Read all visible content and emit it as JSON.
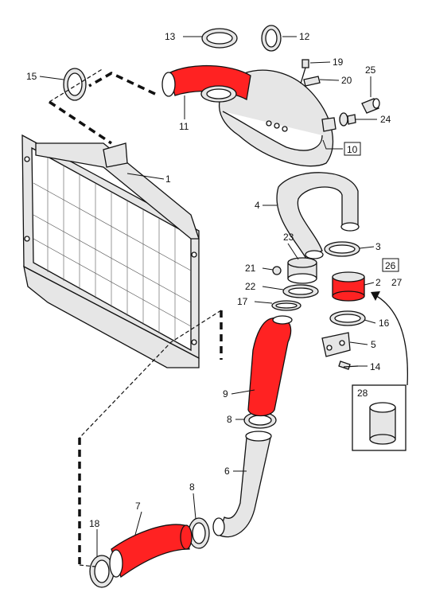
{
  "labels": {
    "p1": "1",
    "p2": "2",
    "p3": "3",
    "p4": "4",
    "p5": "5",
    "p6": "6",
    "p7": "7",
    "p8a": "8",
    "p8b": "8",
    "p9": "9",
    "p10": "10",
    "p11": "11",
    "p12": "12",
    "p13": "13",
    "p14": "14",
    "p15": "15",
    "p16": "16",
    "p17": "17",
    "p18": "18",
    "p19": "19",
    "p20": "20",
    "p21": "21",
    "p22": "22",
    "p23": "23",
    "p24": "24",
    "p25": "25",
    "p26": "26",
    "p27": "27",
    "p28": "28"
  },
  "colors": {
    "highlight": "#ff2222",
    "line": "#111111",
    "part_fill": "#e6e6e6"
  }
}
